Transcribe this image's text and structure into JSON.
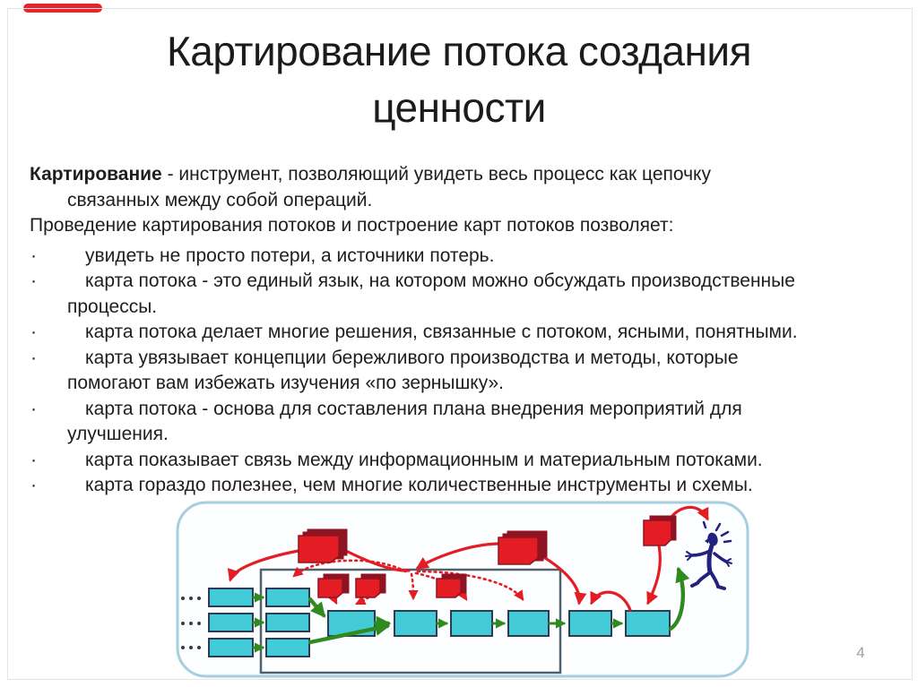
{
  "slide": {
    "title_line1": "Картирование потока создания",
    "title_line2": "ценности",
    "intro_bold": "Картирование",
    "intro_rest": " - инструмент, позволяющий увидеть весь процесс как цепочку\nсвязанных между собой операций.",
    "lead_in": "Проведение картирования потоков и построение карт потоков позволяет:",
    "bullet_char": "·",
    "bullets": [
      "увидеть не просто потери, а источники потерь.",
      "карта потока - это единый язык, на котором можно обсуждать производственные\nпроцессы.",
      "карта потока делает многие решения, связанные с потоком, ясными, понятными.",
      "карта увязывает концепции бережливого производства и методы, которые\nпомогают вам избежать изучения «по зернышку».",
      "карта потока - основа для составления плана внедрения мероприятий для\nулучшения.",
      "карта показывает связь между информационным и материальным потоками.",
      "карта гораздо полезнее, чем многие количественные инструменты и схемы."
    ],
    "page_number": "4"
  },
  "diagram": {
    "type": "value-stream-map-illustration",
    "left_grid": {
      "columns": 2,
      "rows": 3
    },
    "main_chain_boxes": 6,
    "large_red_stacks": 2,
    "small_red_boxes": 3,
    "top_right_red_box": 1,
    "figure": "surprised-stick-figure",
    "colors": {
      "cyan": "#43cbd8",
      "box_border": "#2d3b56",
      "red": "#e41c23",
      "dark_red": "#8e1423",
      "green": "#2f8b1f",
      "frame_blue": "#a6cede",
      "inner_frame": "#50616d",
      "navy": "#22227e",
      "accent_bar": "#e62429"
    }
  }
}
